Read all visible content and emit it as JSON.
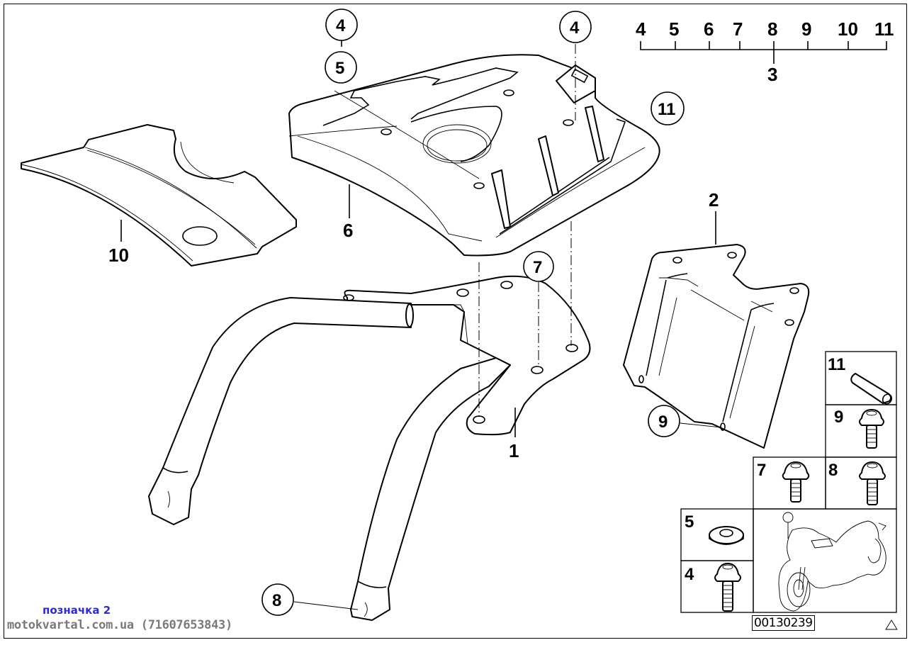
{
  "diagram": {
    "type": "exploded parts diagram",
    "subject": "luggage rack / carrier assembly",
    "parts": [
      {
        "ref": "1",
        "name": "rack-frame"
      },
      {
        "ref": "2",
        "name": "bracket-plate"
      },
      {
        "ref": "3",
        "name": "mounting-kit-group"
      },
      {
        "ref": "4",
        "name": "screw-long"
      },
      {
        "ref": "5",
        "name": "washer"
      },
      {
        "ref": "6",
        "name": "top-plate"
      },
      {
        "ref": "7",
        "name": "screw-short"
      },
      {
        "ref": "8",
        "name": "screw-medium"
      },
      {
        "ref": "9",
        "name": "screw"
      },
      {
        "ref": "10",
        "name": "cover-panel"
      },
      {
        "ref": "11",
        "name": "sleeve-pin"
      }
    ],
    "callouts_circled": [
      "4",
      "5",
      "4",
      "11",
      "7",
      "9",
      "8"
    ],
    "labels_plain": [
      "10",
      "6",
      "2",
      "1"
    ],
    "kit_bracket": {
      "items": [
        "4",
        "5",
        "6",
        "7",
        "8",
        "9",
        "10",
        "11"
      ],
      "group_label": "3"
    },
    "hardware_table": {
      "cells": [
        "11",
        "9",
        "7",
        "8",
        "5",
        "4"
      ]
    },
    "image_number": "00130239",
    "corner_symbol": "triangle"
  },
  "watermark": {
    "line1": "позначка 2",
    "line2": "motokvartal.com.ua (71607653843)"
  },
  "colors": {
    "line": "#000000",
    "background": "#ffffff",
    "watermark_blue": "#2a2ae6",
    "watermark_gray": "#7a7a7a"
  }
}
